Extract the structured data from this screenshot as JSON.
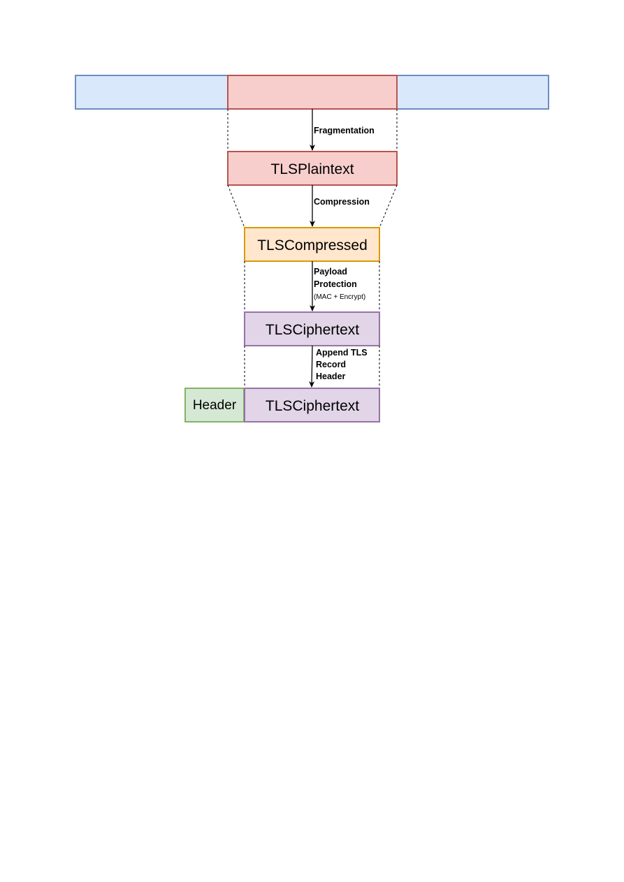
{
  "diagram": {
    "colors": {
      "stream_fill": "#dae8fc",
      "stream_stroke": "#6c8ebf",
      "plaintext_fill": "#f8cecc",
      "plaintext_stroke": "#b85450",
      "compressed_fill": "#ffe6cc",
      "compressed_stroke": "#d79b00",
      "ciphertext_fill": "#e1d5e7",
      "ciphertext_stroke": "#9673a6",
      "header_fill": "#d5e8d4",
      "header_stroke": "#82b366"
    },
    "boxes": {
      "plaintext": "TLSPlaintext",
      "compressed": "TLSCompressed",
      "ciphertext": "TLSCiphertext",
      "header": "Header",
      "record_ciphertext": "TLSCiphertext"
    },
    "steps": {
      "fragmentation": "Fragmentation",
      "compression": "Compression",
      "protection_line1": "Payload",
      "protection_line2": "Protection",
      "protection_note": "(MAC + Encrypt)",
      "append_line1": "Append TLS",
      "append_line2": "Record",
      "append_line3": "Header"
    }
  }
}
